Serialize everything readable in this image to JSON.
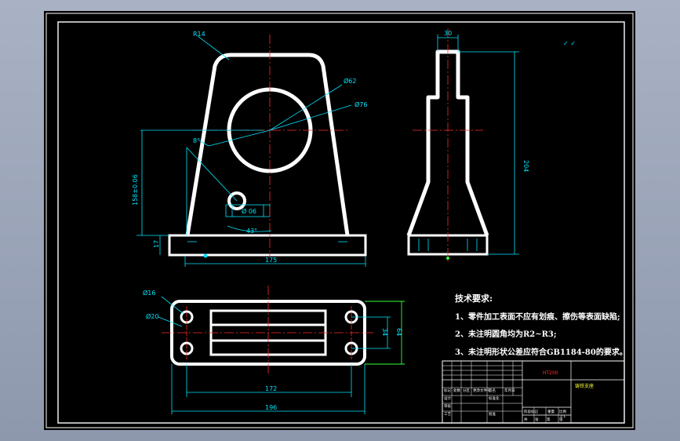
{
  "drawing": {
    "front_view": {
      "radius_top": "R14",
      "dia_outer": "Ø62",
      "dia_inner": "Ø76",
      "angle_small": "8°",
      "height_center": "158±0.06",
      "dia_hole": "Ø 06",
      "angle_bottom": "43°",
      "base_thickness": "17",
      "overall_width": "175"
    },
    "side_view": {
      "top_width": "30",
      "height": "204"
    },
    "top_view": {
      "dia_left_top": "Ø16",
      "dia_left_mid": "Ø20",
      "inner_length": "172",
      "overall_length": "196",
      "dim_right_a": "34",
      "dim_right_b": "64"
    },
    "corner_note": "✓ ✓"
  },
  "technical_requirements": {
    "heading": "技术要求:",
    "items": [
      "1、零件加工表面不应有划痕、擦伤等表面缺陷;",
      "2、未注明圆角均为R2~R3;",
      "3、未注明形状公差应符合GB1184-80的要求。"
    ]
  },
  "title_block": {
    "material": "HT200",
    "part_name": "铸铁支座",
    "labels": [
      "标记",
      "处数",
      "分区",
      "更改文件号",
      "签名",
      "年月日",
      "设计",
      "标准化",
      "审核",
      "工艺",
      "批准",
      "阶段标记",
      "重量",
      "比例",
      "共",
      "张",
      "第",
      "张"
    ],
    "scale": "1:1"
  }
}
